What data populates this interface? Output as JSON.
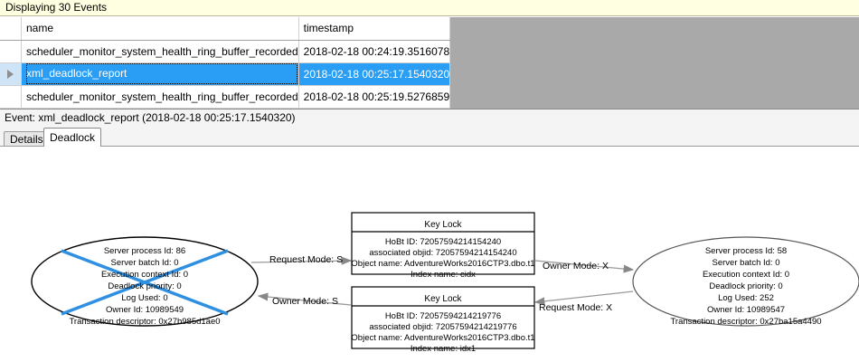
{
  "banner": {
    "text": "Displaying 30 Events"
  },
  "grid": {
    "columns": [
      "",
      "name",
      "timestamp"
    ],
    "rows": [
      {
        "selector": "",
        "name": "scheduler_monitor_system_health_ring_buffer_recorded",
        "timestamp": "2018-02-18 00:24:19.3516078",
        "selected": false
      },
      {
        "selector": "row-selector-arrow",
        "name": "xml_deadlock_report",
        "timestamp": "2018-02-18 00:25:17.1540320",
        "selected": true
      },
      {
        "selector": "",
        "name": "scheduler_monitor_system_health_ring_buffer_recorded",
        "timestamp": "2018-02-18 00:25:19.5276859",
        "selected": false
      }
    ]
  },
  "event_detail": {
    "header": "Event: xml_deadlock_report (2018-02-18 00:25:17.1540320)",
    "tabs": [
      {
        "label": "Details",
        "active": false
      },
      {
        "label": "Deadlock",
        "active": true
      }
    ]
  },
  "deadlock": {
    "victim_color": "#2f8fe0",
    "processes": [
      {
        "id": "process-left",
        "is_victim": true,
        "lines": [
          "Server process Id: 86",
          "Server batch Id: 0",
          "Execution context Id: 0",
          "Deadlock priority: 0",
          "Log Used: 0",
          "Owner Id: 10989549",
          "Transaction descriptor: 0x27b985d1ae0"
        ]
      },
      {
        "id": "process-right",
        "is_victim": false,
        "lines": [
          "Server process Id: 58",
          "Server batch Id: 0",
          "Execution context Id: 0",
          "Deadlock priority: 0",
          "Log Used: 252",
          "Owner Id: 10989547",
          "Transaction descriptor: 0x27ba15a4490"
        ]
      }
    ],
    "resources": [
      {
        "id": "key-lock-top",
        "title": "Key Lock",
        "lines": [
          "HoBt ID: 72057594214154240",
          "associated objid: 72057594214154240",
          "Object name: AdventureWorks2016CTP3.dbo.t1",
          "Index name: cidx"
        ]
      },
      {
        "id": "key-lock-bottom",
        "title": "Key Lock",
        "lines": [
          "HoBt ID: 72057594214219776",
          "associated objid: 72057594214219776",
          "Object name: AdventureWorks2016CTP3.dbo.t1",
          "Index name: idx1"
        ]
      }
    ],
    "edges": [
      {
        "id": "edge-left-request",
        "label": "Request Mode: S"
      },
      {
        "id": "edge-left-owner",
        "label": "Owner Mode: S"
      },
      {
        "id": "edge-right-owner",
        "label": "Owner Mode: X"
      },
      {
        "id": "edge-right-request",
        "label": "Request Mode: X"
      }
    ]
  }
}
